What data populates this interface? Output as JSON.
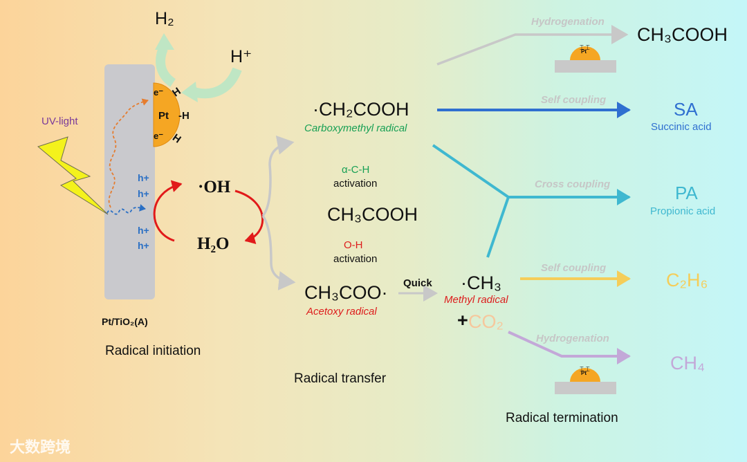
{
  "initiation": {
    "h2": "H₂",
    "hplus": "H⁺",
    "uv_light": "UV-light",
    "pt": "Pt",
    "e_minus": "e⁻",
    "h_mark": "H",
    "pt_h": "-H",
    "holes": [
      "h+",
      "h+",
      "h+",
      "h+"
    ],
    "oh": "·OH",
    "h2o": "H₂O",
    "catalyst": "Pt/TiO₂(A)",
    "title": "Radical initiation"
  },
  "transfer": {
    "ch2cooh": "·CH₂COOH",
    "carboxymethyl": "Carboxymethyl radical",
    "alpha_ch": "α-C-H",
    "activation_1": "activation",
    "acetic_acid": "CH₃COOH",
    "oh_bond": "O-H",
    "activation_2": "activation",
    "ch3coo": "CH₃COO·",
    "acetoxy": "Acetoxy radical",
    "quick": "Quick",
    "ch3": "·CH₃",
    "methyl": "Methyl radical",
    "plus": "+",
    "co2": "CO₂",
    "title": "Radical transfer"
  },
  "termination": {
    "hydrogenation_1": "Hydrogenation",
    "product_acetic": "CH₃COOH",
    "self_coupling_1": "Self coupling",
    "sa": "SA",
    "succinic": "Succinic acid",
    "cross_coupling": "Cross coupling",
    "pa": "PA",
    "propionic": "Propionic acid",
    "self_coupling_2": "Self coupling",
    "c2h6": "C₂H₆",
    "hydrogenation_2": "Hydrogenation",
    "ch4": "CH₄",
    "pt_small": "Pt",
    "title": "Radical termination"
  },
  "watermark": "大数跨境",
  "colors": {
    "sa_blue": "#2f6fd0",
    "pa_cyan": "#3fb8d0",
    "c2h6_yellow": "#f5cd59",
    "ch4_purple": "#c3a8d8",
    "grey_arrow": "#c8c8c8",
    "red_arrow": "#e11a1a",
    "pt_orange": "#f5a623",
    "radical_green": "#18a055",
    "radical_red": "#dd1c1c"
  }
}
